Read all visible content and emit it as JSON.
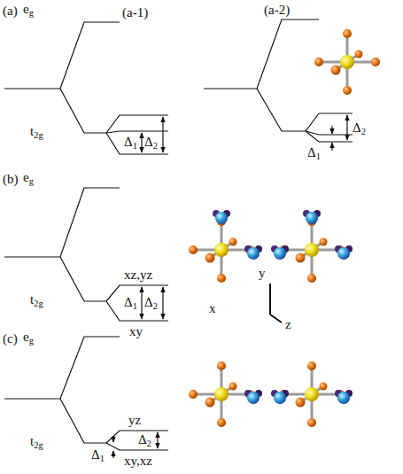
{
  "diagram": {
    "labels": [
      "(a)",
      "eg",
      "(a-1)",
      "(a-2)",
      "t2g",
      "Δ1",
      "Δ2",
      "Δ2",
      "Δ1",
      "(b)",
      "eg",
      "xz,yz",
      "t2g",
      "Δ1",
      "Δ2",
      "xy",
      "y",
      "x",
      "z",
      "(c)",
      "eg",
      "yz",
      "t2g",
      "Δ2",
      "Δ1",
      "xy,xz"
    ]
  }
}
